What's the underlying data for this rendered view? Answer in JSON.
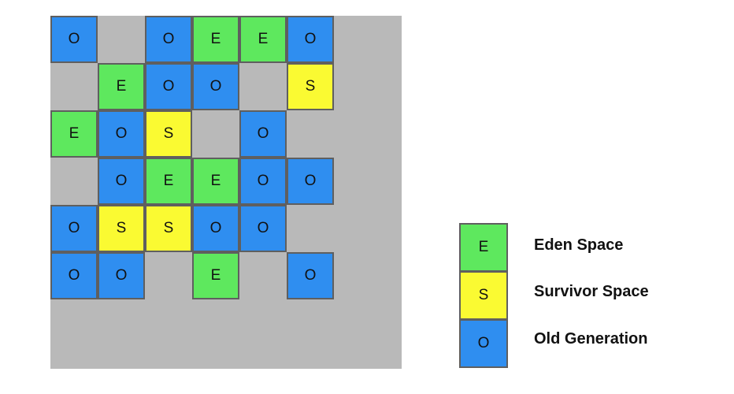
{
  "colors": {
    "eden": "#5ee85e",
    "survivor": "#fafa32",
    "old": "#2f8ef0",
    "heap_background": "#b9b9b9"
  },
  "heap_grid": {
    "rows": [
      [
        "O",
        "",
        "O",
        "E",
        "E",
        "O"
      ],
      [
        "",
        "E",
        "O",
        "O",
        "",
        "S"
      ],
      [
        "E",
        "O",
        "S",
        "",
        "O",
        ""
      ],
      [
        "",
        "O",
        "E",
        "E",
        "O",
        "O"
      ],
      [
        "O",
        "S",
        "S",
        "O",
        "O",
        ""
      ],
      [
        "O",
        "O",
        "",
        "E",
        "",
        "O"
      ]
    ]
  },
  "legend": {
    "items": [
      {
        "type": "E",
        "symbol": "E",
        "label": "Eden Space"
      },
      {
        "type": "S",
        "symbol": "S",
        "label": "Survivor Space"
      },
      {
        "type": "O",
        "symbol": "O",
        "label": "Old Generation"
      }
    ]
  }
}
